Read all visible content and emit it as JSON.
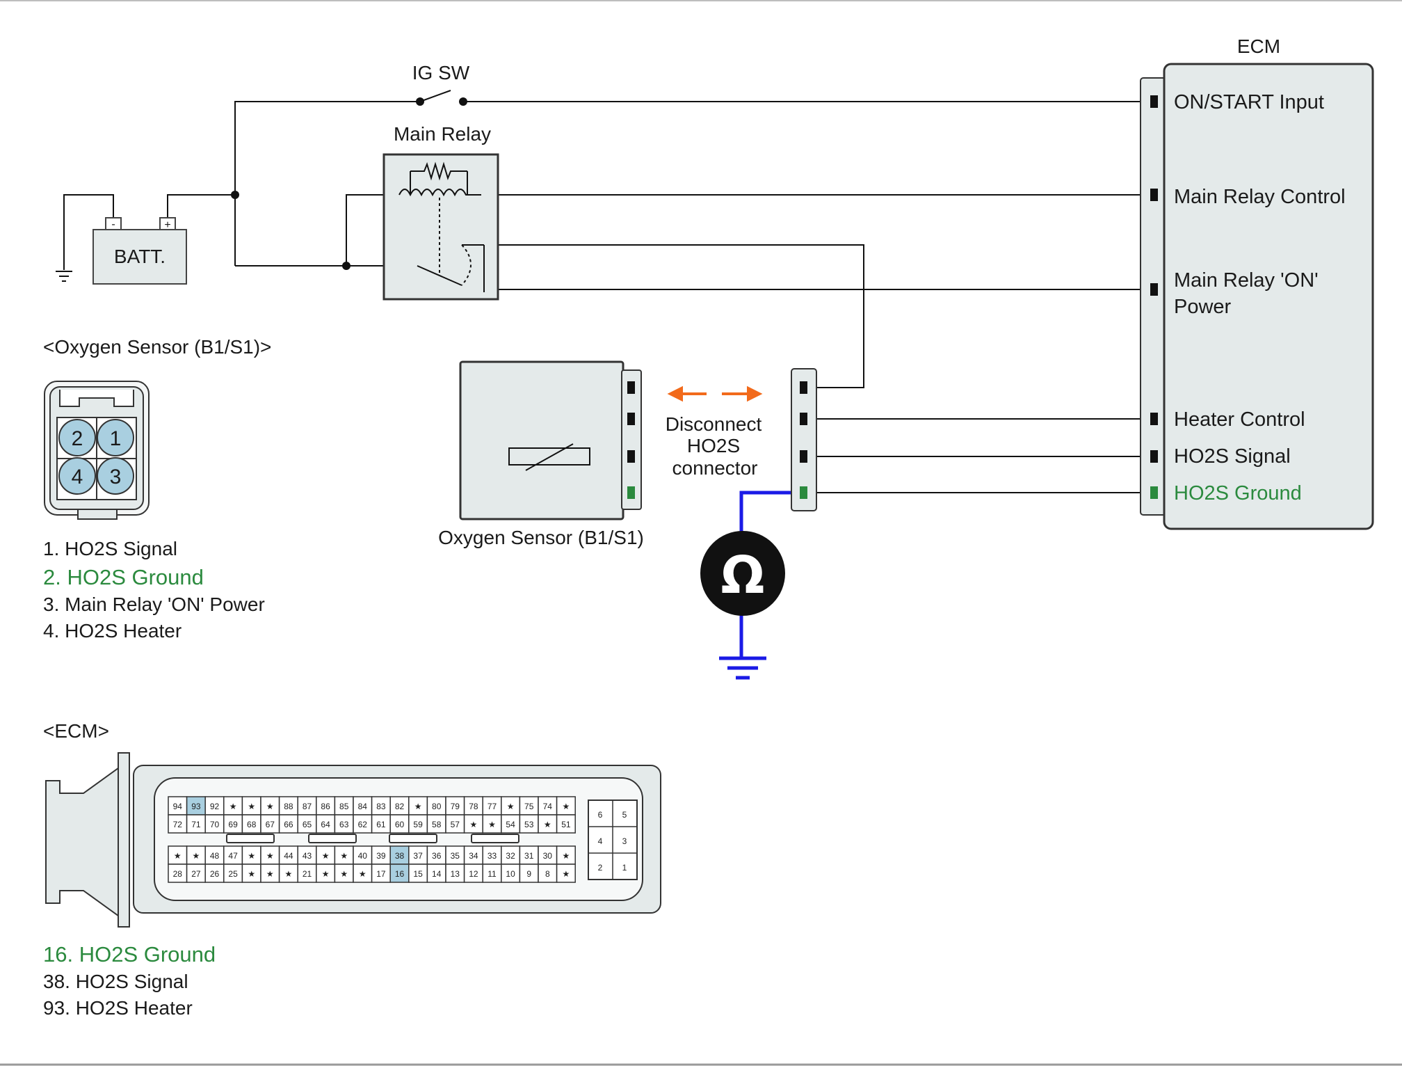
{
  "colors": {
    "wire": "#111111",
    "ground_highlight": "#2b8a3e",
    "meter_wire": "#1a1ae6",
    "arrow": "#f26a1b",
    "box_fill": "#e4eaea",
    "pin_highlight": "#a9cfe0"
  },
  "ig_switch": {
    "label": "IG SW"
  },
  "main_relay": {
    "label": "Main Relay"
  },
  "battery": {
    "label": "BATT.",
    "neg": "-",
    "pos": "+"
  },
  "ecm": {
    "title": "ECM",
    "pins": {
      "on_start": "ON/START Input",
      "relay_control": "Main Relay Control",
      "relay_on_power_1": "Main Relay 'ON'",
      "relay_on_power_2": "Power",
      "heater_control": "Heater Control",
      "ho2s_signal": "HO2S  Signal",
      "ho2s_ground": "HO2S  Ground"
    }
  },
  "sensor_connector_view": {
    "title": "<Oxygen Sensor (B1/S1)>",
    "pin_numbers": [
      "2",
      "1",
      "4",
      "3"
    ],
    "legend": [
      {
        "text": "1. HO2S Signal",
        "highlight": false
      },
      {
        "text": "2. HO2S Ground",
        "highlight": true
      },
      {
        "text": "3. Main Relay 'ON' Power",
        "highlight": false
      },
      {
        "text": "4. HO2S Heater",
        "highlight": false
      }
    ]
  },
  "oxygen_sensor": {
    "label": "Oxygen Sensor (B1/S1)"
  },
  "disconnect_note": {
    "line1": "Disconnect",
    "line2": "HO2S",
    "line3": "connector"
  },
  "ohmmeter": {
    "icon": "ohm-icon",
    "symbol": "Ω"
  },
  "ecm_connector_view": {
    "title": "<ECM>",
    "row1": [
      "94",
      "93",
      "92",
      "★",
      "★",
      "★",
      "88",
      "87",
      "86",
      "85",
      "84",
      "83",
      "82",
      "★",
      "80",
      "79",
      "78",
      "77",
      "★",
      "75",
      "74",
      "★"
    ],
    "row2": [
      "72",
      "71",
      "70",
      "69",
      "68",
      "67",
      "66",
      "65",
      "64",
      "63",
      "62",
      "61",
      "60",
      "59",
      "58",
      "57",
      "★",
      "★",
      "54",
      "53",
      "★",
      "51"
    ],
    "row3": [
      "★",
      "★",
      "48",
      "47",
      "★",
      "★",
      "44",
      "43",
      "★",
      "★",
      "40",
      "39",
      "38",
      "37",
      "36",
      "35",
      "34",
      "33",
      "32",
      "31",
      "30",
      "★"
    ],
    "row4": [
      "28",
      "27",
      "26",
      "25",
      "★",
      "★",
      "★",
      "21",
      "★",
      "★",
      "★",
      "17",
      "16",
      "15",
      "14",
      "13",
      "12",
      "11",
      "10",
      "9",
      "8",
      "★"
    ],
    "small_block": [
      "6",
      "5",
      "4",
      "3",
      "2",
      "1"
    ],
    "highlighted": [
      "93",
      "38",
      "16"
    ],
    "legend": [
      {
        "text": "16. HO2S Ground",
        "highlight": true
      },
      {
        "text": "38. HO2S Signal",
        "highlight": false
      },
      {
        "text": "93. HO2S Heater",
        "highlight": false
      }
    ]
  }
}
